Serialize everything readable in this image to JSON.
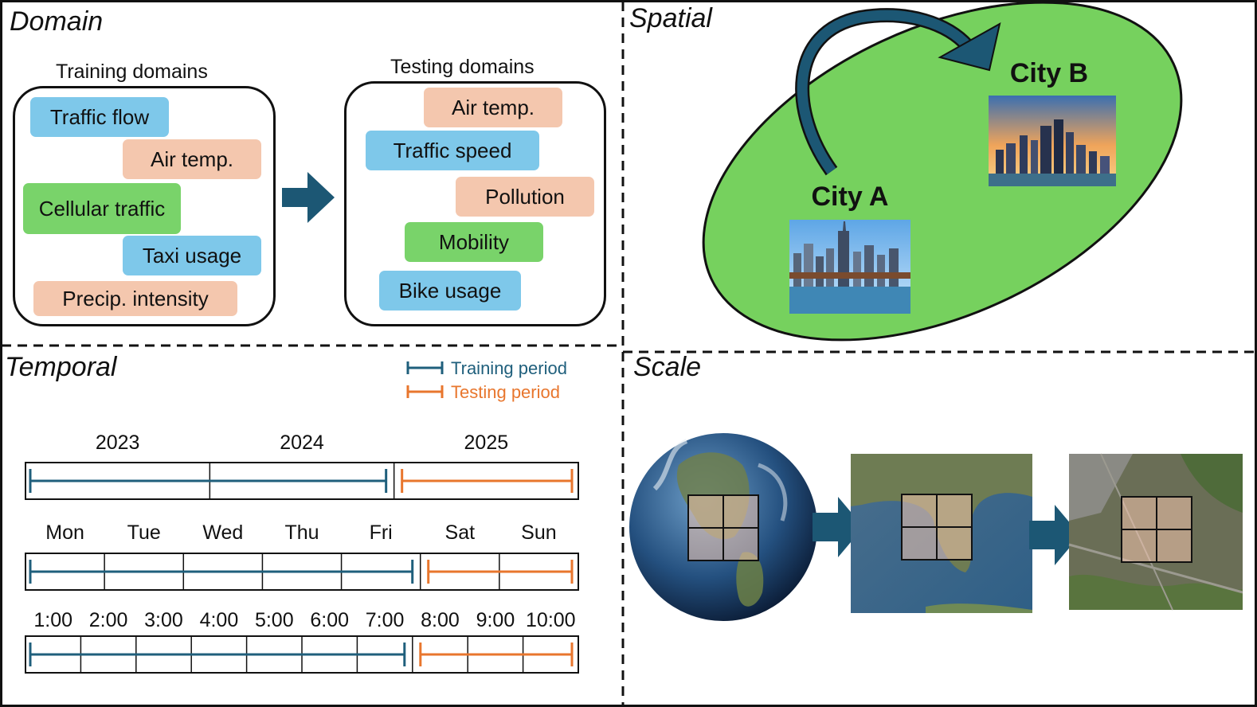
{
  "panels": {
    "domain": "Domain",
    "spatial": "Spatial",
    "temporal": "Temporal",
    "scale": "Scale"
  },
  "domain": {
    "training_header": "Training domains",
    "testing_header": "Testing domains",
    "training_items": [
      {
        "label": "Traffic flow",
        "color": "blue"
      },
      {
        "label": "Air temp.",
        "color": "peach"
      },
      {
        "label": "Cellular traffic",
        "color": "green"
      },
      {
        "label": "Taxi usage",
        "color": "blue"
      },
      {
        "label": "Precip. intensity",
        "color": "peach"
      }
    ],
    "testing_items": [
      {
        "label": "Air temp.",
        "color": "peach"
      },
      {
        "label": "Traffic speed",
        "color": "blue"
      },
      {
        "label": "Pollution",
        "color": "peach"
      },
      {
        "label": "Mobility",
        "color": "green"
      },
      {
        "label": "Bike usage",
        "color": "blue"
      }
    ]
  },
  "spatial": {
    "city_a": "City A",
    "city_b": "City B"
  },
  "temporal": {
    "legend": {
      "training": "Training period",
      "testing": "Testing period"
    },
    "years": {
      "labels": [
        "2023",
        "2024",
        "2025"
      ],
      "train_units": 2,
      "test_units": 1
    },
    "days": {
      "labels": [
        "Mon",
        "Tue",
        "Wed",
        "Thu",
        "Fri",
        "Sat",
        "Sun"
      ],
      "train_units": 5,
      "test_units": 2
    },
    "hours": {
      "labels": [
        "1:00",
        "2:00",
        "3:00",
        "4:00",
        "5:00",
        "6:00",
        "7:00",
        "8:00",
        "9:00",
        "10:00"
      ],
      "train_units": 7,
      "test_units": 3
    }
  },
  "colors": {
    "training": "#1f5f7c",
    "testing": "#e8762d",
    "arrow": "#1c5774",
    "ellipse_fill": "#76d15e",
    "pill_blue": "#7ec8ea",
    "pill_peach": "#f4c7ae",
    "pill_green": "#79d36a"
  }
}
